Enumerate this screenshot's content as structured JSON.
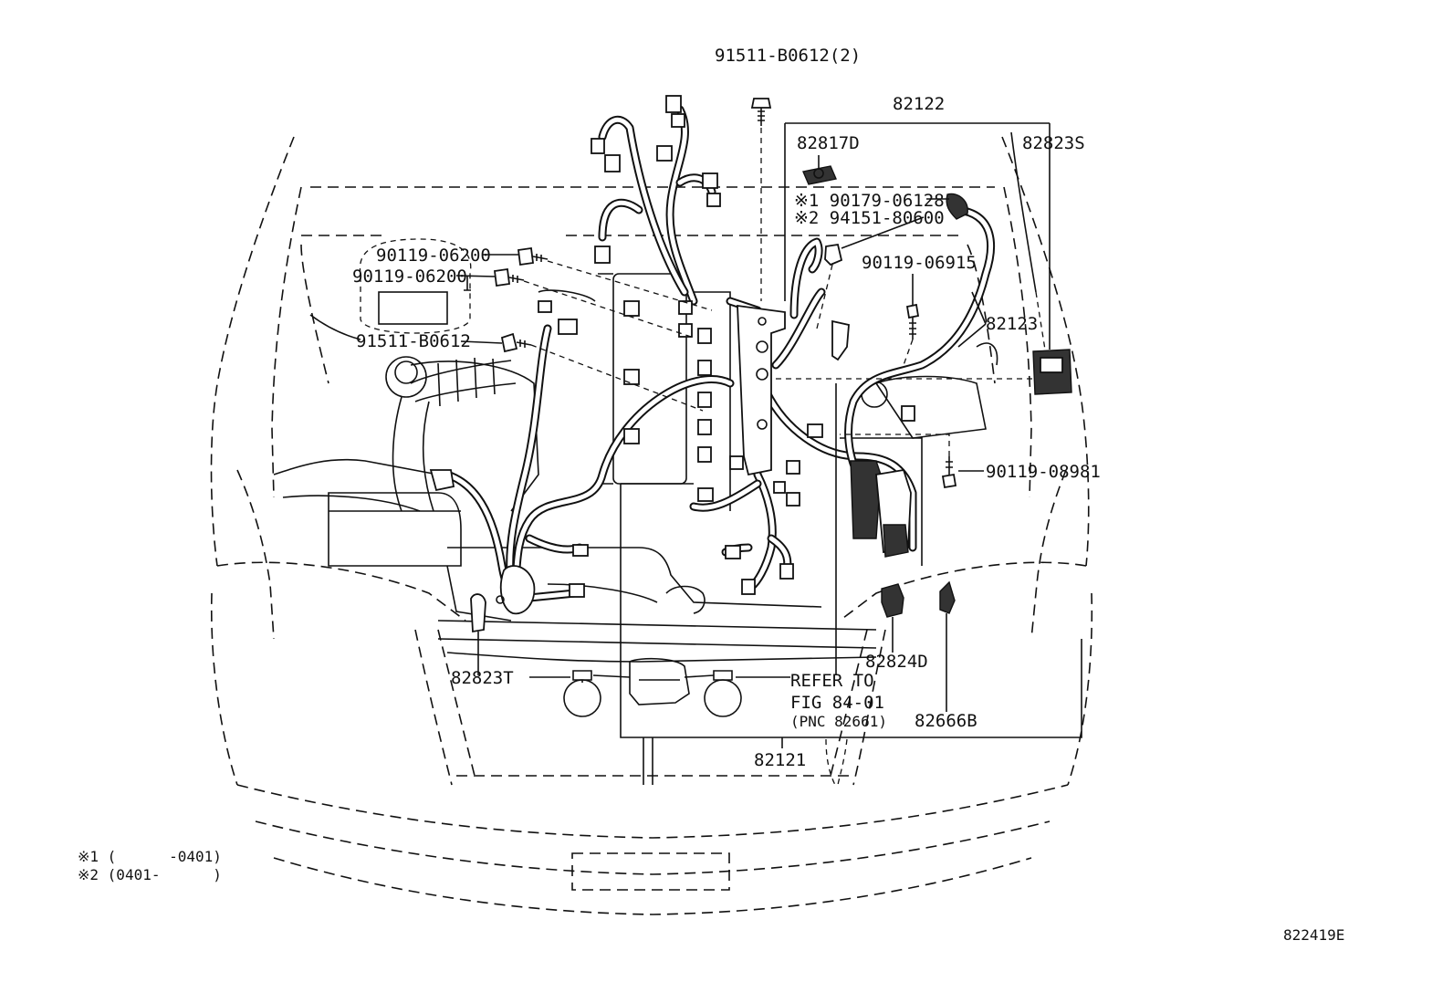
{
  "labels": {
    "p91511_b0612_2": "91511-B0612(2)",
    "p82122": "82122",
    "p82817d": "82817D",
    "p82823s": "82823S",
    "note1_part": "※1 90179-06128",
    "note2_part": "※2 94151-80600",
    "p90119_06200_a": "90119-06200",
    "p90119_06200_b": "90119-06200",
    "p91511_b0612": "91511-B0612",
    "p90119_06915": "90119-06915",
    "p82123": "82123",
    "p90119_08981": "90119-08981",
    "p82824d": "82824D",
    "p82823t": "82823T",
    "refer_line1": "REFER TO",
    "refer_line2": "FIG 84-01",
    "refer_line3": "(PNC 82661)",
    "p82666b": "82666B",
    "p82121": "82121"
  },
  "footnotes": {
    "note1": "※1 (      -0401)",
    "note2": "※2 (0401-      )"
  },
  "figure_id": "822419E"
}
